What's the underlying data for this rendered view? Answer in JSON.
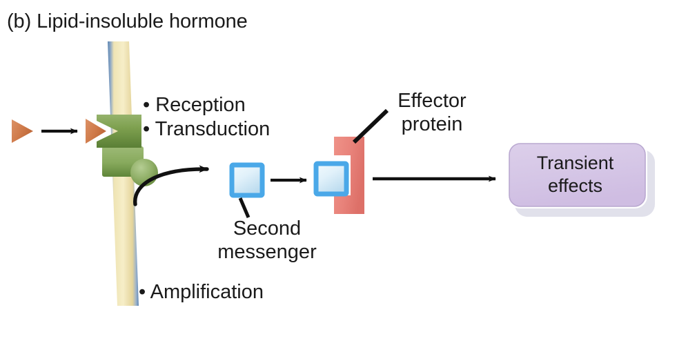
{
  "figure": {
    "panel_label": "(b) Lipid-insoluble hormone",
    "background_color": "#ffffff"
  },
  "membrane": {
    "name": "plasma-membrane",
    "fill_color": "#ede0a8",
    "edge_color": "#5b84b1"
  },
  "hormone": {
    "name": "lipid-insoluble-hormone",
    "color": "#cf7a4a",
    "shape": "triangle"
  },
  "receptor": {
    "name": "membrane-receptor-protein",
    "color_light": "#8fae62",
    "color_dark": "#5e8438"
  },
  "steps": {
    "reception": "• Reception",
    "transduction": "• Transduction",
    "amplification": "• Amplification"
  },
  "second_messenger": {
    "label": "Second\nmessenger",
    "border_color": "#4aa8e8",
    "fill_color": "#e2f2fb"
  },
  "effector": {
    "label": "Effector\nprotein",
    "color": "#e8827a"
  },
  "outcome": {
    "label": "Transient\neffects",
    "fill_color": "#d5c6e6",
    "border_color": "#b9a8d0",
    "shadow_color": "#dcdce8"
  },
  "arrows": {
    "color": "#111111",
    "hormone_to_receptor": "straight-arrow",
    "receptor_to_second_messenger": "curved-arrow",
    "messenger_to_messenger": "straight-arrow",
    "effector_to_outcome": "straight-arrow"
  }
}
